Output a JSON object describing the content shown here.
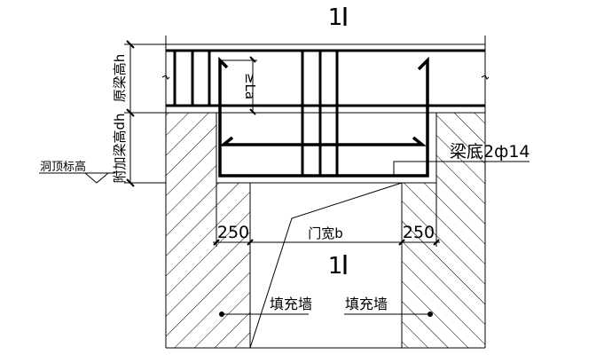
{
  "drawing": {
    "section_mark_top": "1",
    "section_mark_bottom": "1",
    "labels": {
      "original_beam_height": "原梁高h",
      "added_beam_height": "附加梁高dh",
      "opening_top_elevation": "洞顶标高",
      "anchorage_length": "≥La",
      "beam_bottom_rebar": "梁底2ф14",
      "door_width": "门宽b",
      "left_offset": "250",
      "right_offset": "250",
      "infill_wall_left": "填充墙",
      "infill_wall_right": "填充墙"
    },
    "colors": {
      "line": "#000000",
      "background": "#ffffff"
    }
  }
}
